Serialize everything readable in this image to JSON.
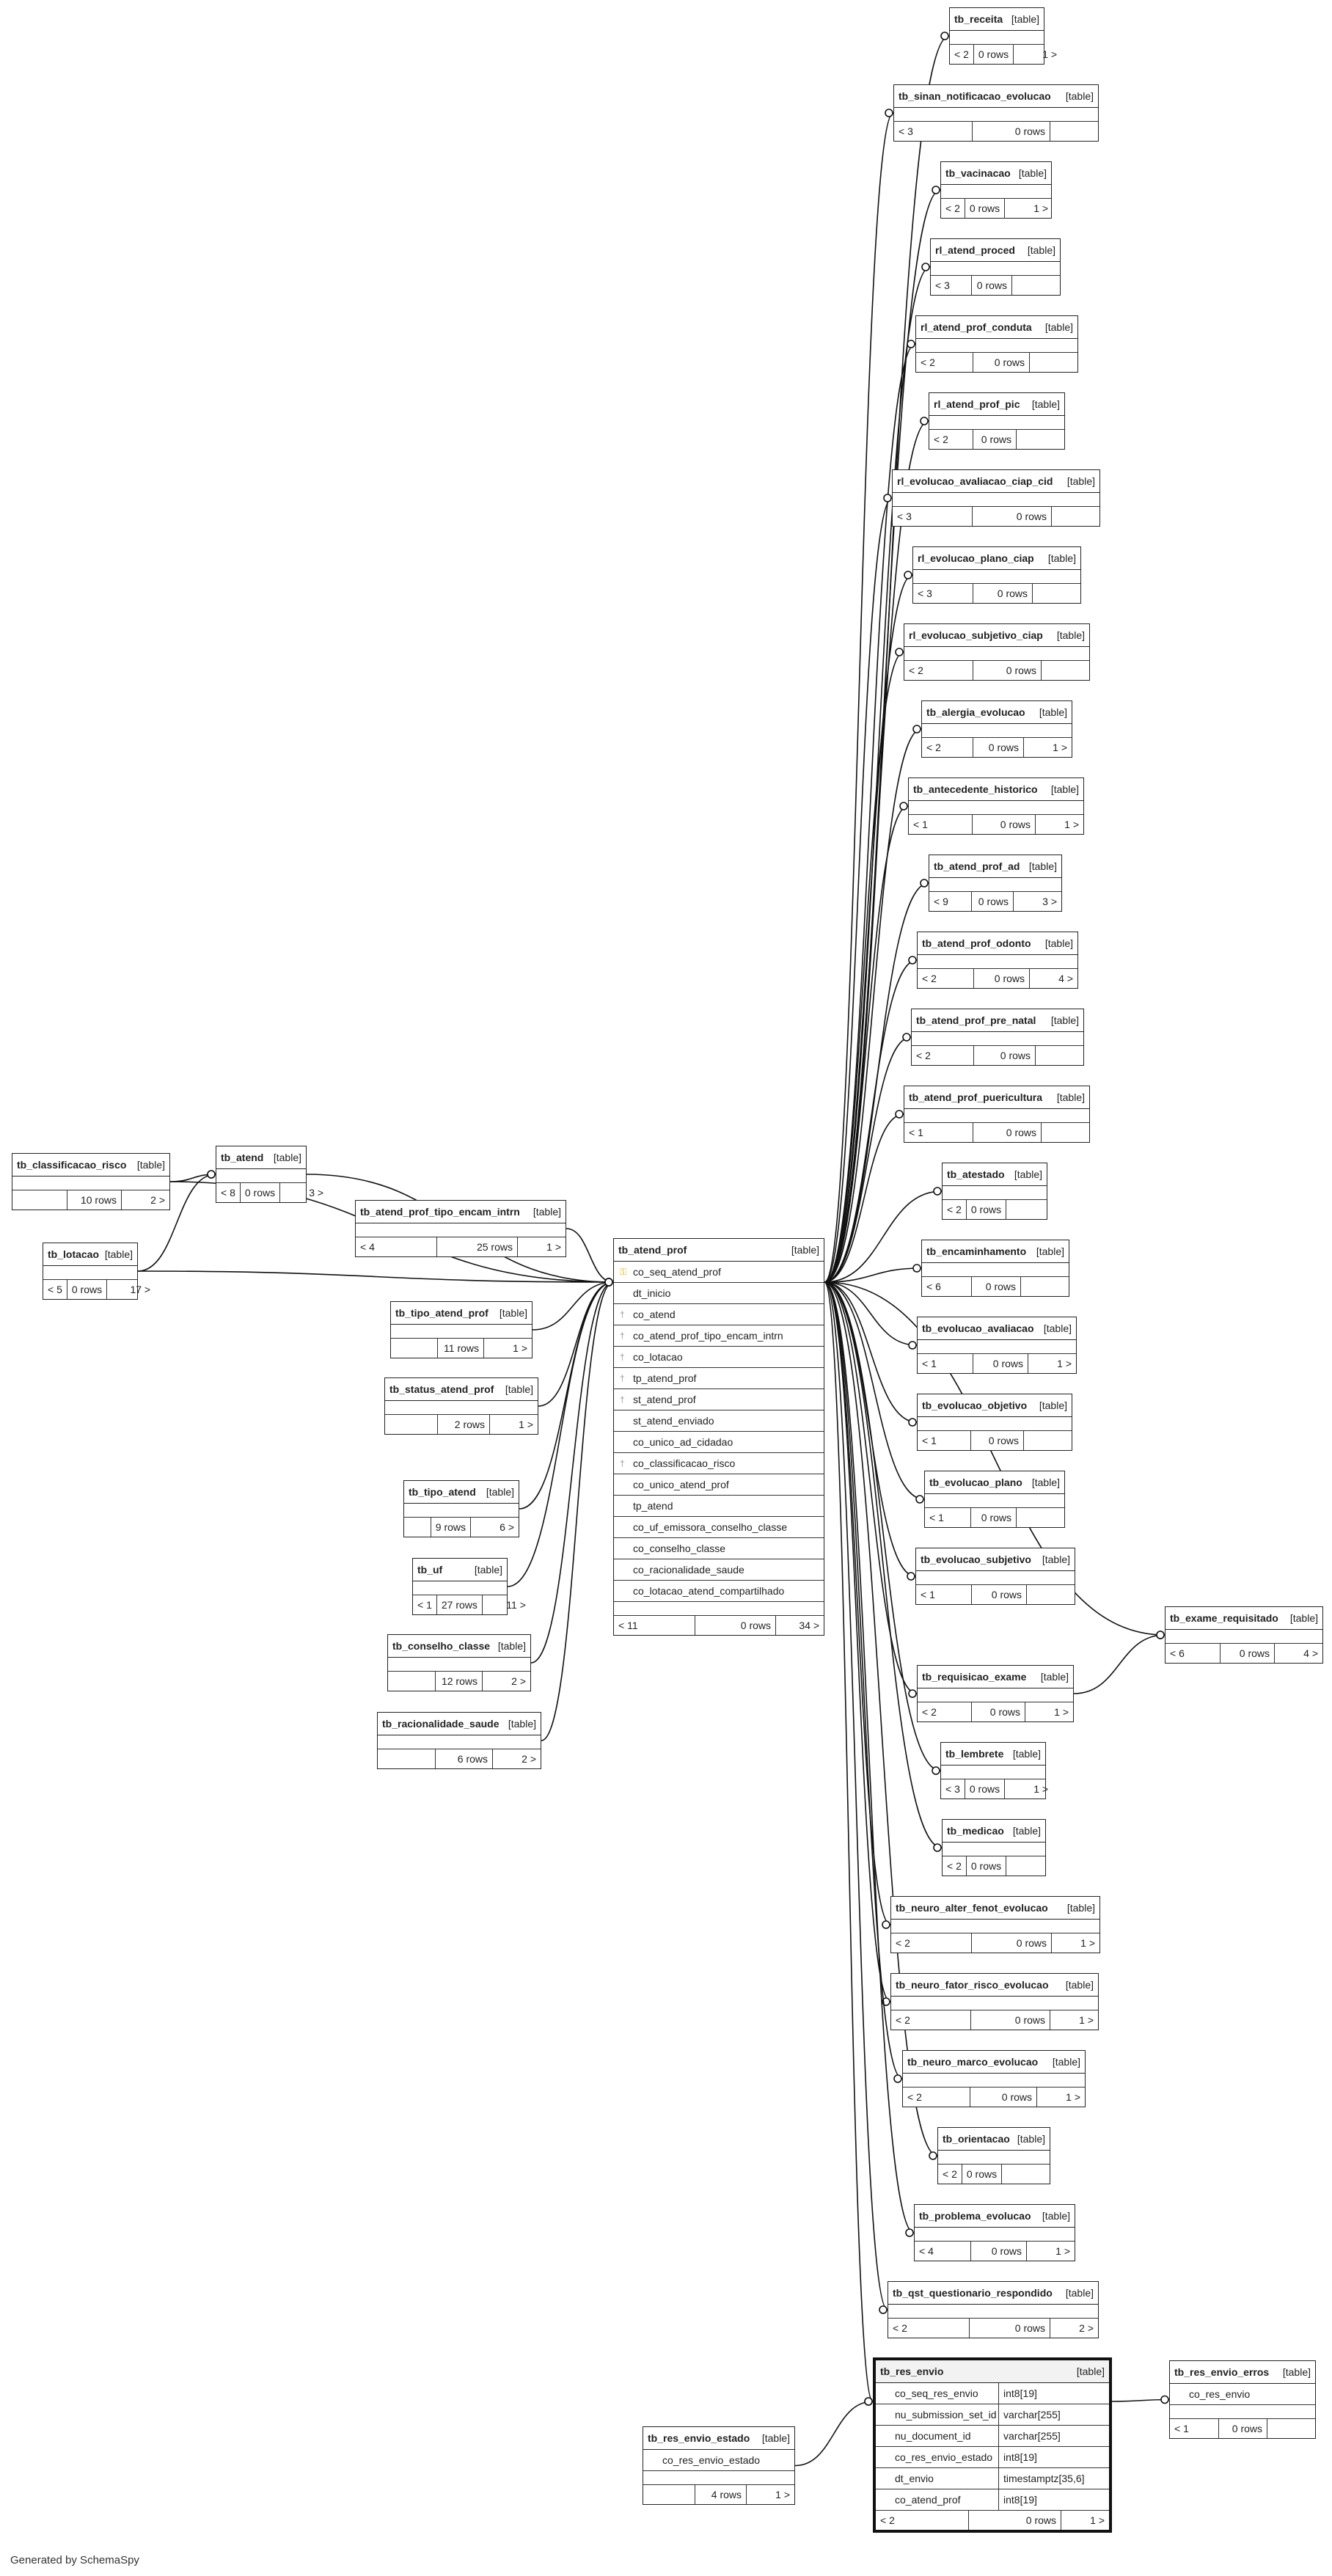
{
  "credit": "Generated by SchemaSpy",
  "tables": [
    {
      "id": "tb_receita",
      "name": "tb_receita",
      "tag": "[table]",
      "rows": [],
      "foot": [
        "< 2",
        "0 rows",
        "1 >"
      ]
    },
    {
      "id": "tb_sinan_notificacao_evolucao",
      "name": "tb_sinan_notificacao_evolucao",
      "tag": "[table]",
      "rows": [],
      "foot": [
        "< 3",
        "0 rows",
        ""
      ]
    },
    {
      "id": "tb_vacinacao",
      "name": "tb_vacinacao",
      "tag": "[table]",
      "rows": [],
      "foot": [
        "< 2",
        "0 rows",
        "1 >"
      ]
    },
    {
      "id": "rl_atend_proced",
      "name": "rl_atend_proced",
      "tag": "[table]",
      "rows": [],
      "foot": [
        "< 3",
        "0 rows",
        ""
      ]
    },
    {
      "id": "rl_atend_prof_conduta",
      "name": "rl_atend_prof_conduta",
      "tag": "[table]",
      "rows": [],
      "foot": [
        "< 2",
        "0 rows",
        ""
      ]
    },
    {
      "id": "rl_atend_prof_pic",
      "name": "rl_atend_prof_pic",
      "tag": "[table]",
      "rows": [],
      "foot": [
        "< 2",
        "0 rows",
        ""
      ]
    },
    {
      "id": "rl_evolucao_avaliacao_ciap_cid",
      "name": "rl_evolucao_avaliacao_ciap_cid",
      "tag": "[table]",
      "rows": [],
      "foot": [
        "< 3",
        "0 rows",
        ""
      ]
    },
    {
      "id": "rl_evolucao_plano_ciap",
      "name": "rl_evolucao_plano_ciap",
      "tag": "[table]",
      "rows": [],
      "foot": [
        "< 3",
        "0 rows",
        ""
      ]
    },
    {
      "id": "rl_evolucao_subjetivo_ciap",
      "name": "rl_evolucao_subjetivo_ciap",
      "tag": "[table]",
      "rows": [],
      "foot": [
        "< 2",
        "0 rows",
        ""
      ]
    },
    {
      "id": "tb_alergia_evolucao",
      "name": "tb_alergia_evolucao",
      "tag": "[table]",
      "rows": [],
      "foot": [
        "< 2",
        "0 rows",
        "1 >"
      ]
    },
    {
      "id": "tb_antecedente_historico",
      "name": "tb_antecedente_historico",
      "tag": "[table]",
      "rows": [],
      "foot": [
        "< 1",
        "0 rows",
        "1 >"
      ]
    },
    {
      "id": "tb_atend_prof_ad",
      "name": "tb_atend_prof_ad",
      "tag": "[table]",
      "rows": [],
      "foot": [
        "< 9",
        "0 rows",
        "3 >"
      ]
    },
    {
      "id": "tb_atend_prof_odonto",
      "name": "tb_atend_prof_odonto",
      "tag": "[table]",
      "rows": [],
      "foot": [
        "< 2",
        "0 rows",
        "4 >"
      ]
    },
    {
      "id": "tb_atend_prof_pre_natal",
      "name": "tb_atend_prof_pre_natal",
      "tag": "[table]",
      "rows": [],
      "foot": [
        "< 2",
        "0 rows",
        ""
      ]
    },
    {
      "id": "tb_atend_prof_puericultura",
      "name": "tb_atend_prof_puericultura",
      "tag": "[table]",
      "rows": [],
      "foot": [
        "< 1",
        "0 rows",
        ""
      ]
    },
    {
      "id": "tb_atestado",
      "name": "tb_atestado",
      "tag": "[table]",
      "rows": [],
      "foot": [
        "< 2",
        "0 rows",
        ""
      ]
    },
    {
      "id": "tb_encaminhamento",
      "name": "tb_encaminhamento",
      "tag": "[table]",
      "rows": [],
      "foot": [
        "< 6",
        "0 rows",
        ""
      ]
    },
    {
      "id": "tb_evolucao_avaliacao",
      "name": "tb_evolucao_avaliacao",
      "tag": "[table]",
      "rows": [],
      "foot": [
        "< 1",
        "0 rows",
        "1 >"
      ]
    },
    {
      "id": "tb_evolucao_objetivo",
      "name": "tb_evolucao_objetivo",
      "tag": "[table]",
      "rows": [],
      "foot": [
        "< 1",
        "0 rows",
        ""
      ]
    },
    {
      "id": "tb_evolucao_plano",
      "name": "tb_evolucao_plano",
      "tag": "[table]",
      "rows": [],
      "foot": [
        "< 1",
        "0 rows",
        ""
      ]
    },
    {
      "id": "tb_evolucao_subjetivo",
      "name": "tb_evolucao_subjetivo",
      "tag": "[table]",
      "rows": [],
      "foot": [
        "< 1",
        "0 rows",
        ""
      ]
    },
    {
      "id": "tb_exame_requisitado",
      "name": "tb_exame_requisitado",
      "tag": "[table]",
      "rows": [],
      "foot": [
        "< 6",
        "0 rows",
        "4 >"
      ]
    },
    {
      "id": "tb_requisicao_exame",
      "name": "tb_requisicao_exame",
      "tag": "[table]",
      "rows": [],
      "foot": [
        "< 2",
        "0 rows",
        "1 >"
      ]
    },
    {
      "id": "tb_lembrete",
      "name": "tb_lembrete",
      "tag": "[table]",
      "rows": [],
      "foot": [
        "< 3",
        "0 rows",
        "1 >"
      ]
    },
    {
      "id": "tb_medicao",
      "name": "tb_medicao",
      "tag": "[table]",
      "rows": [],
      "foot": [
        "< 2",
        "0 rows",
        ""
      ]
    },
    {
      "id": "tb_neuro_alter_fenot_evolucao",
      "name": "tb_neuro_alter_fenot_evolucao",
      "tag": "[table]",
      "rows": [],
      "foot": [
        "< 2",
        "0 rows",
        "1 >"
      ]
    },
    {
      "id": "tb_neuro_fator_risco_evolucao",
      "name": "tb_neuro_fator_risco_evolucao",
      "tag": "[table]",
      "rows": [],
      "foot": [
        "< 2",
        "0 rows",
        "1 >"
      ]
    },
    {
      "id": "tb_neuro_marco_evolucao",
      "name": "tb_neuro_marco_evolucao",
      "tag": "[table]",
      "rows": [],
      "foot": [
        "< 2",
        "0 rows",
        "1 >"
      ]
    },
    {
      "id": "tb_orientacao",
      "name": "tb_orientacao",
      "tag": "[table]",
      "rows": [],
      "foot": [
        "< 2",
        "0 rows",
        ""
      ]
    },
    {
      "id": "tb_problema_evolucao",
      "name": "tb_problema_evolucao",
      "tag": "[table]",
      "rows": [],
      "foot": [
        "< 4",
        "0 rows",
        "1 >"
      ]
    },
    {
      "id": "tb_qst_questionario_respondido",
      "name": "tb_qst_questionario_respondido",
      "tag": "[table]",
      "rows": [],
      "foot": [
        "< 2",
        "0 rows",
        "2 >"
      ]
    },
    {
      "id": "tb_classificacao_risco",
      "name": "tb_classificacao_risco",
      "tag": "[table]",
      "rows": [],
      "foot": [
        "",
        "10 rows",
        "2 >"
      ]
    },
    {
      "id": "tb_atend",
      "name": "tb_atend",
      "tag": "[table]",
      "rows": [],
      "foot": [
        "< 8",
        "0 rows",
        "3 >"
      ]
    },
    {
      "id": "tb_atend_prof_tipo_encam_intrn",
      "name": "tb_atend_prof_tipo_encam_intrn",
      "tag": "[table]",
      "rows": [],
      "foot": [
        "< 4",
        "25 rows",
        "1 >"
      ]
    },
    {
      "id": "tb_lotacao",
      "name": "tb_lotacao",
      "tag": "[table]",
      "rows": [],
      "foot": [
        "< 5",
        "0 rows",
        "17 >"
      ]
    },
    {
      "id": "tb_tipo_atend_prof",
      "name": "tb_tipo_atend_prof",
      "tag": "[table]",
      "rows": [],
      "foot": [
        "",
        "11 rows",
        "1 >"
      ]
    },
    {
      "id": "tb_status_atend_prof",
      "name": "tb_status_atend_prof",
      "tag": "[table]",
      "rows": [],
      "foot": [
        "",
        "2 rows",
        "1 >"
      ]
    },
    {
      "id": "tb_tipo_atend",
      "name": "tb_tipo_atend",
      "tag": "[table]",
      "rows": [],
      "foot": [
        "",
        "9 rows",
        "6 >"
      ]
    },
    {
      "id": "tb_uf",
      "name": "tb_uf",
      "tag": "[table]",
      "rows": [],
      "foot": [
        "< 1",
        "27 rows",
        "11 >"
      ]
    },
    {
      "id": "tb_conselho_classe",
      "name": "tb_conselho_classe",
      "tag": "[table]",
      "rows": [],
      "foot": [
        "",
        "12 rows",
        "2 >"
      ]
    },
    {
      "id": "tb_racionalidade_saude",
      "name": "tb_racionalidade_saude",
      "tag": "[table]",
      "rows": [],
      "foot": [
        "",
        "6 rows",
        "2 >"
      ]
    },
    {
      "id": "tb_atend_prof",
      "name": "tb_atend_prof",
      "tag": "[table]",
      "main": false,
      "rows": [
        {
          "name": "co_seq_atend_prof",
          "icon": "pk"
        },
        {
          "name": "dt_inicio",
          "icon": ""
        },
        {
          "name": "co_atend",
          "icon": "fk"
        },
        {
          "name": "co_atend_prof_tipo_encam_intrn",
          "icon": "fk"
        },
        {
          "name": "co_lotacao",
          "icon": "fk"
        },
        {
          "name": "tp_atend_prof",
          "icon": "fk"
        },
        {
          "name": "st_atend_prof",
          "icon": "fk"
        },
        {
          "name": "st_atend_enviado",
          "icon": ""
        },
        {
          "name": "co_unico_ad_cidadao",
          "icon": ""
        },
        {
          "name": "co_classificacao_risco",
          "icon": "fk"
        },
        {
          "name": "co_unico_atend_prof",
          "icon": ""
        },
        {
          "name": "tp_atend",
          "icon": ""
        },
        {
          "name": "co_uf_emissora_conselho_classe",
          "icon": ""
        },
        {
          "name": "co_conselho_classe",
          "icon": ""
        },
        {
          "name": "co_racionalidade_saude",
          "icon": ""
        },
        {
          "name": "co_lotacao_atend_compartilhado",
          "icon": ""
        }
      ],
      "foot": [
        "< 11",
        "0 rows",
        "34 >"
      ]
    },
    {
      "id": "tb_res_envio",
      "name": "tb_res_envio",
      "tag": "[table]",
      "main": true,
      "rows": [
        {
          "name": "co_seq_res_envio",
          "type": "int8[19]",
          "icon": ""
        },
        {
          "name": "nu_submission_set_id",
          "type": "varchar[255]",
          "icon": ""
        },
        {
          "name": "nu_document_id",
          "type": "varchar[255]",
          "icon": ""
        },
        {
          "name": "co_res_envio_estado",
          "type": "int8[19]",
          "icon": ""
        },
        {
          "name": "dt_envio",
          "type": "timestamptz[35,6]",
          "icon": ""
        },
        {
          "name": "co_atend_prof",
          "type": "int8[19]",
          "icon": ""
        }
      ],
      "foot": [
        "< 2",
        "0 rows",
        "1 >"
      ]
    },
    {
      "id": "tb_res_envio_erros",
      "name": "tb_res_envio_erros",
      "tag": "[table]",
      "rows": [
        {
          "name": "co_res_envio",
          "icon": ""
        }
      ],
      "foot": [
        "< 1",
        "0 rows",
        ""
      ]
    },
    {
      "id": "tb_res_envio_estado",
      "name": "tb_res_envio_estado",
      "tag": "[table]",
      "rows": [
        {
          "name": "co_res_envio_estado",
          "icon": ""
        }
      ],
      "foot": [
        "",
        "4 rows",
        "1 >"
      ]
    }
  ],
  "relationships": [
    [
      "tb_receita",
      "tb_atend_prof"
    ],
    [
      "tb_sinan_notificacao_evolucao",
      "tb_atend_prof"
    ],
    [
      "tb_vacinacao",
      "tb_atend_prof"
    ],
    [
      "rl_atend_proced",
      "tb_atend_prof"
    ],
    [
      "rl_atend_prof_conduta",
      "tb_atend_prof"
    ],
    [
      "rl_atend_prof_pic",
      "tb_atend_prof"
    ],
    [
      "rl_evolucao_avaliacao_ciap_cid",
      "tb_atend_prof"
    ],
    [
      "rl_evolucao_plano_ciap",
      "tb_atend_prof"
    ],
    [
      "rl_evolucao_subjetivo_ciap",
      "tb_atend_prof"
    ],
    [
      "tb_alergia_evolucao",
      "tb_atend_prof"
    ],
    [
      "tb_antecedente_historico",
      "tb_atend_prof"
    ],
    [
      "tb_atend_prof_ad",
      "tb_atend_prof"
    ],
    [
      "tb_atend_prof_odonto",
      "tb_atend_prof"
    ],
    [
      "tb_atend_prof_pre_natal",
      "tb_atend_prof"
    ],
    [
      "tb_atend_prof_puericultura",
      "tb_atend_prof"
    ],
    [
      "tb_atestado",
      "tb_atend_prof"
    ],
    [
      "tb_encaminhamento",
      "tb_atend_prof"
    ],
    [
      "tb_evolucao_avaliacao",
      "tb_atend_prof"
    ],
    [
      "tb_evolucao_objetivo",
      "tb_atend_prof"
    ],
    [
      "tb_evolucao_plano",
      "tb_atend_prof"
    ],
    [
      "tb_evolucao_subjetivo",
      "tb_atend_prof"
    ],
    [
      "tb_exame_requisitado",
      "tb_atend_prof"
    ],
    [
      "tb_requisicao_exame",
      "tb_atend_prof"
    ],
    [
      "tb_lembrete",
      "tb_atend_prof"
    ],
    [
      "tb_medicao",
      "tb_atend_prof"
    ],
    [
      "tb_neuro_alter_fenot_evolucao",
      "tb_atend_prof"
    ],
    [
      "tb_neuro_fator_risco_evolucao",
      "tb_atend_prof"
    ],
    [
      "tb_neuro_marco_evolucao",
      "tb_atend_prof"
    ],
    [
      "tb_orientacao",
      "tb_atend_prof"
    ],
    [
      "tb_problema_evolucao",
      "tb_atend_prof"
    ],
    [
      "tb_qst_questionario_respondido",
      "tb_atend_prof"
    ],
    [
      "tb_res_envio",
      "tb_atend_prof"
    ],
    [
      "tb_atend_prof",
      "tb_atend"
    ],
    [
      "tb_atend_prof",
      "tb_atend_prof_tipo_encam_intrn"
    ],
    [
      "tb_atend_prof",
      "tb_lotacao"
    ],
    [
      "tb_atend_prof",
      "tb_tipo_atend_prof"
    ],
    [
      "tb_atend_prof",
      "tb_status_atend_prof"
    ],
    [
      "tb_atend_prof",
      "tb_classificacao_risco"
    ],
    [
      "tb_atend_prof",
      "tb_tipo_atend"
    ],
    [
      "tb_atend_prof",
      "tb_uf"
    ],
    [
      "tb_atend_prof",
      "tb_conselho_classe"
    ],
    [
      "tb_atend_prof",
      "tb_racionalidade_saude"
    ],
    [
      "tb_atend",
      "tb_classificacao_risco"
    ],
    [
      "tb_atend",
      "tb_lotacao"
    ],
    [
      "tb_res_envio_erros",
      "tb_res_envio"
    ],
    [
      "tb_res_envio",
      "tb_res_envio_estado"
    ],
    [
      "tb_exame_requisitado",
      "tb_requisicao_exame"
    ]
  ]
}
